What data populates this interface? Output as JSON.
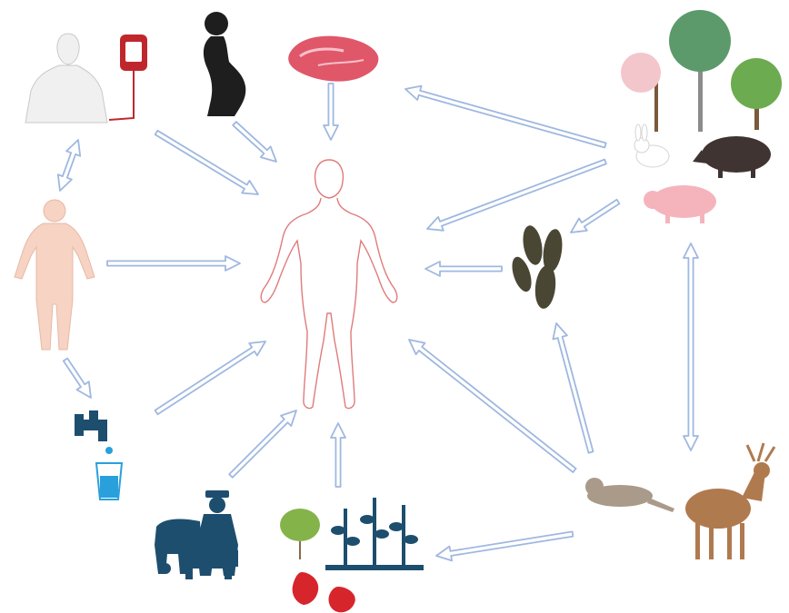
{
  "diagram": {
    "kind": "transmission-routes",
    "center": {
      "icon": "human-body-outline-icon"
    },
    "sources": [
      {
        "id": "blood",
        "icon": "blood-transfusion-icon"
      },
      {
        "id": "pregnant",
        "icon": "pregnant-woman-icon"
      },
      {
        "id": "meat",
        "icon": "raw-meat-icon"
      },
      {
        "id": "wildlife",
        "icon": "wild-animals-forest-icon"
      },
      {
        "id": "shellfish",
        "icon": "shellfish-icon"
      },
      {
        "id": "person",
        "icon": "infected-person-icon"
      },
      {
        "id": "water",
        "icon": "water-tap-icon"
      },
      {
        "id": "farm",
        "icon": "farmer-livestock-icon"
      },
      {
        "id": "crops",
        "icon": "crops-produce-icon"
      },
      {
        "id": "mongoose",
        "icon": "mongoose-icon"
      },
      {
        "id": "deer",
        "icon": "deer-icon"
      }
    ],
    "colors": {
      "arrow_fill": "#ffffff",
      "arrow_stroke": "#9fb8e0",
      "body_outline": "#e07b7b",
      "navy": "#1d4e6e",
      "blood_red": "#c0272d",
      "meat_red": "#e0576a",
      "skin": "#f6d3c3"
    }
  }
}
